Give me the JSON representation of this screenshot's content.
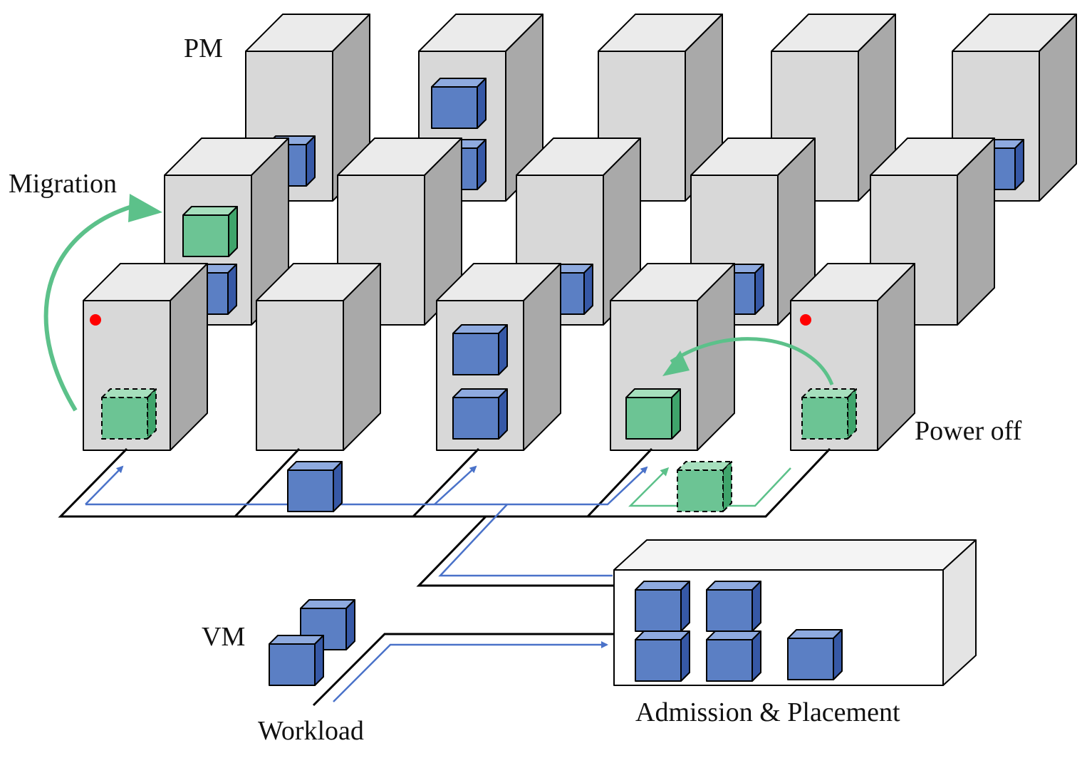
{
  "labels": {
    "pm": "PM",
    "migration": "Migration",
    "power_off": "Power off",
    "vm": "VM",
    "workload": "Workload",
    "admission": "Admission & Placement"
  },
  "colors": {
    "server_front": "#d8d8d8",
    "server_top": "#ebebeb",
    "server_side": "#a9a9a9",
    "vm_front": "#5b7fc4",
    "vm_top": "#8eaadf",
    "vm_side": "#3658a6",
    "migrating_front": "#6cc494",
    "migrating_top": "#a6dfbd",
    "migrating_side": "#3fa46b",
    "migration_arrow": "#5cc18a",
    "network_line": "#000000",
    "request_arrow": "#4a72c9",
    "power_indicator": "#ff0000"
  }
}
